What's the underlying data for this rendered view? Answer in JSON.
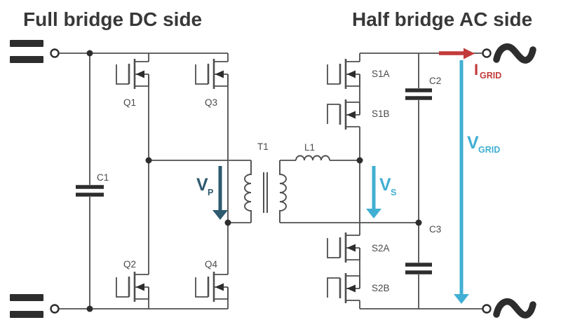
{
  "titles": {
    "left": "Full bridge DC side",
    "right": "Half bridge AC side"
  },
  "components": {
    "q1": "Q1",
    "q2": "Q2",
    "q3": "Q3",
    "q4": "Q4",
    "s1a": "S1A",
    "s1b": "S1B",
    "s2a": "S2A",
    "s2b": "S2B",
    "c1": "C1",
    "c2": "C2",
    "c3": "C3",
    "t1": "T1",
    "l1": "L1"
  },
  "annotations": {
    "vp": {
      "main": "V",
      "sub": "P"
    },
    "vs": {
      "main": "V",
      "sub": "S"
    },
    "vgrid": {
      "main": "V",
      "sub": "GRID"
    },
    "igrid": {
      "main": "I",
      "sub": "GRID"
    }
  },
  "colors": {
    "ink": "#2d2d2d",
    "wire": "#4f4f4f",
    "label": "#4a4a4a",
    "title": "#383838",
    "red": "#c23a3a",
    "cyan": "#41afd3",
    "teal": "#2e5a6f",
    "background": "#ffffff"
  }
}
